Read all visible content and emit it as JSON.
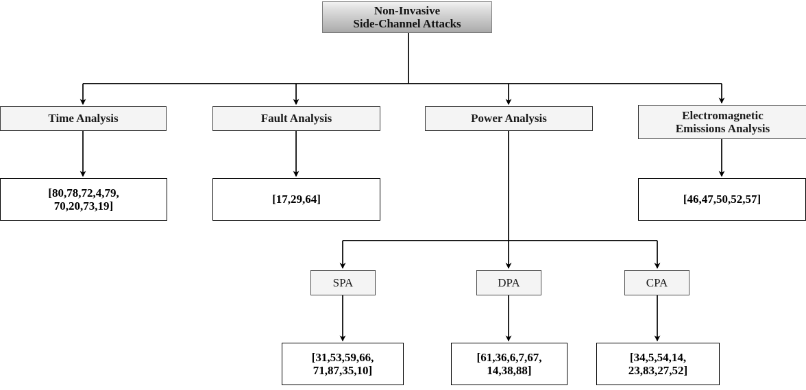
{
  "diagram": {
    "title": "Non-Invasive Side-Channel Attacks taxonomy",
    "type": "tree-diagram",
    "colors": {
      "root_fill_top": "#f2f2f2",
      "root_fill_bottom": "#a8a8a8",
      "category_fill": "#f4f4f4",
      "leaf_fill": "#ffffff",
      "edge": "#000000",
      "text": "#111111"
    }
  },
  "root": {
    "label": "Non-Invasive\nSide-Channel Attacks"
  },
  "categories": [
    {
      "label": "Time Analysis"
    },
    {
      "label": "Fault Analysis"
    },
    {
      "label": "Power Analysis"
    },
    {
      "label": "Electromagnetic\nEmissions Analysis"
    }
  ],
  "category_refs": [
    {
      "label": "[80,78,72,4,79,\n70,20,73,19]"
    },
    {
      "label": "[17,29,64]"
    },
    {
      "label": "[46,47,50,52,57]"
    }
  ],
  "power_subtypes": [
    {
      "label": "SPA"
    },
    {
      "label": "DPA"
    },
    {
      "label": "CPA"
    }
  ],
  "power_subtype_refs": [
    {
      "label": "[31,53,59,66,\n71,87,35,10]"
    },
    {
      "label": "[61,36,6,7,67,\n14,38,88]"
    },
    {
      "label": "[34,5,54,14,\n23,83,27,52]"
    }
  ]
}
